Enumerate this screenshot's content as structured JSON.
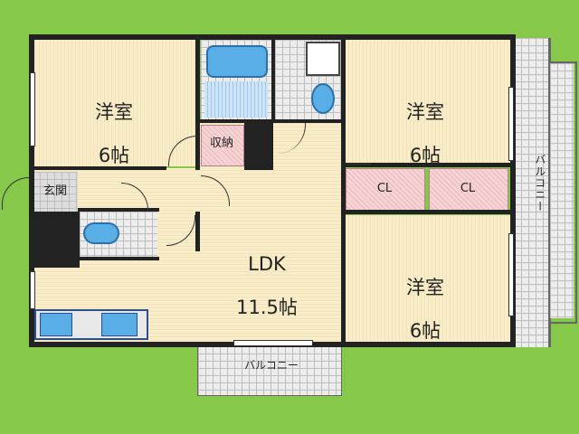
{
  "rooms": {
    "bedroom_nw": {
      "name": "洋室",
      "size": "6帖"
    },
    "bedroom_ne": {
      "name": "洋室",
      "size": "6帖"
    },
    "bedroom_se": {
      "name": "洋室",
      "size": "6帖"
    },
    "ldk": {
      "name": "LDK",
      "size": "11.5帖"
    },
    "storage": "収納",
    "entrance": "玄関",
    "closet_1": "CL",
    "closet_2": "CL",
    "balcony_east": "バルコニー",
    "balcony_south": "バルコニー"
  },
  "colors": {
    "background": "#86c94a",
    "floor": "#f9edc9",
    "tile": "#ececec",
    "wall": "#222222",
    "closet": "#f6d4d6",
    "fixture": "#5aaee6"
  }
}
